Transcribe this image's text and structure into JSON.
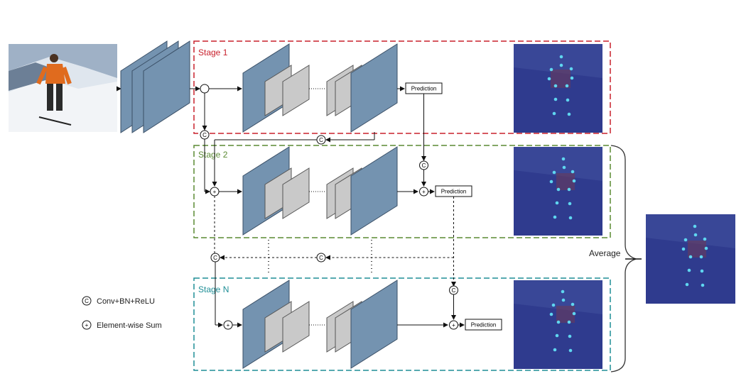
{
  "stages": [
    {
      "label": "Stage 1",
      "color": "#c8202c"
    },
    {
      "label": "Stage 2",
      "color": "#5a8a32"
    },
    {
      "label": "Stage N",
      "color": "#1e8e96"
    }
  ],
  "prediction_label": "Prediction",
  "average_label": "Average",
  "ops": {
    "conv_symbol": "C",
    "sum_symbol": "+"
  },
  "legend": {
    "conv_label": "Conv+BN+ReLU",
    "sum_label": "Element-wise Sum"
  },
  "colors": {
    "feature_map_blue": "#7493b0",
    "feature_map_gray": "#c9c9c9",
    "heatmap_bg": "#2f3b8e",
    "keypoint": "#5fd6f0"
  }
}
